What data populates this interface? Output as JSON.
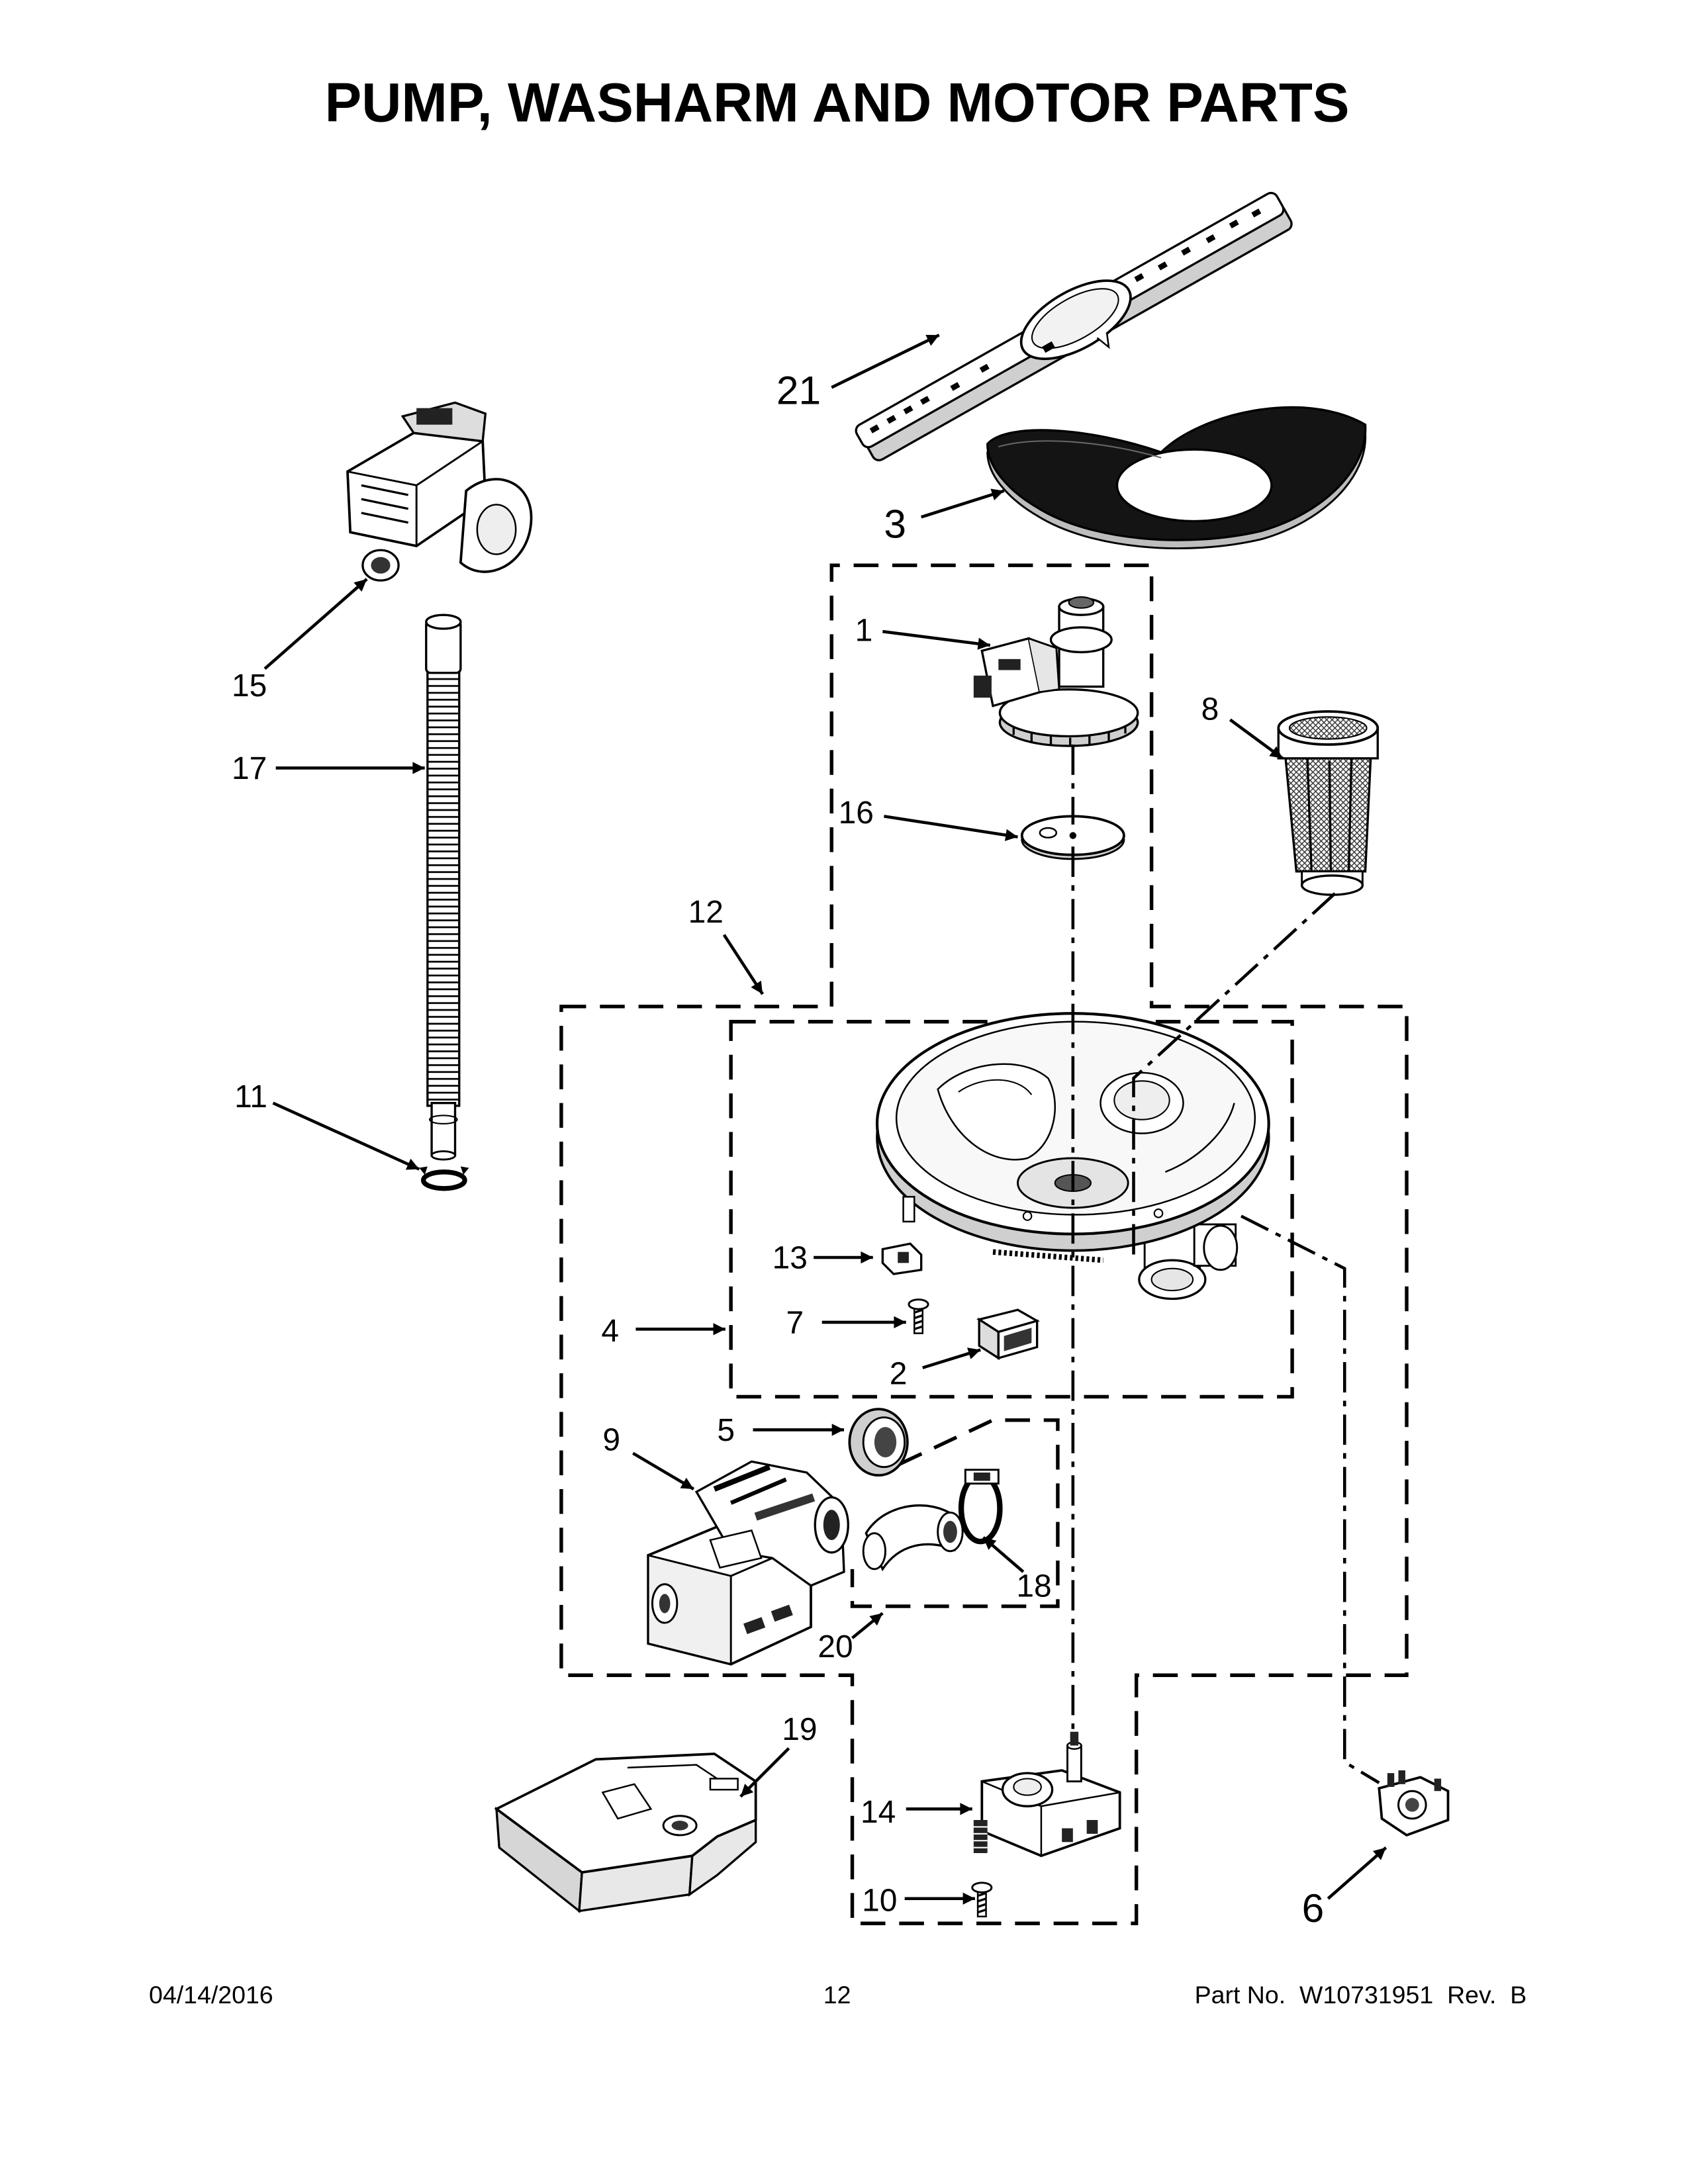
{
  "title": "PUMP, WASHARM AND MOTOR PARTS",
  "footer": {
    "date": "04/14/2016",
    "page": "12",
    "part_number": "Part No.  W10731951  Rev.  B"
  },
  "callouts": [
    "21",
    "3",
    "1",
    "8",
    "16",
    "15",
    "17",
    "12",
    "11",
    "13",
    "4",
    "7",
    "2",
    "5",
    "9",
    "18",
    "20",
    "19",
    "14",
    "10",
    "6"
  ]
}
